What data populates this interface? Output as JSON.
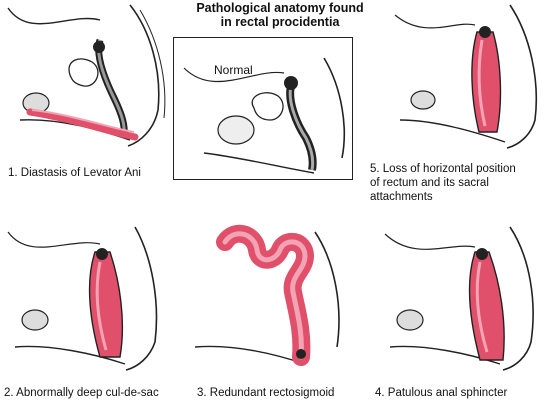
{
  "title_line1": "Pathological anatomy found",
  "title_line2": "in rectal procidentia",
  "normal_label": "Normal",
  "captions": {
    "p1": "1. Diastasis of Levator Ani",
    "p5_line1": "5. Loss of horizontal position",
    "p5_line2": "of rectum and its sacral",
    "p5_line3": "attachments",
    "p2": "2. Abnormally deep cul-de-sac",
    "p3": "3. Redundant rectosigmoid",
    "p4": "4. Patulous anal sphincter"
  },
  "colors": {
    "tissue_red": "#e0506a",
    "tissue_light": "#f3a3b4",
    "ink": "#222222"
  }
}
